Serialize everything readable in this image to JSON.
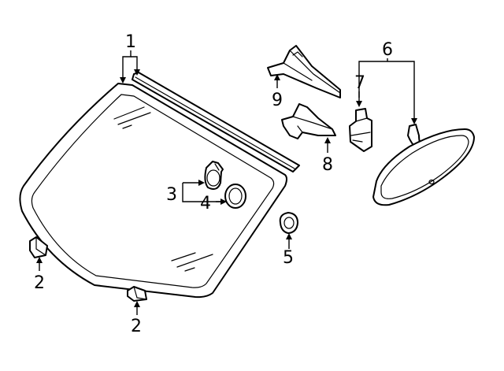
{
  "callouts": [
    {
      "id": "c1",
      "label": "1"
    },
    {
      "id": "c2a",
      "label": "2"
    },
    {
      "id": "c2b",
      "label": "2"
    },
    {
      "id": "c3",
      "label": "3"
    },
    {
      "id": "c4",
      "label": "4"
    },
    {
      "id": "c5",
      "label": "5"
    },
    {
      "id": "c6",
      "label": "6"
    },
    {
      "id": "c7",
      "label": "7"
    },
    {
      "id": "c8",
      "label": "8"
    },
    {
      "id": "c9",
      "label": "9"
    }
  ],
  "colors": {
    "line": "#000000",
    "background": "#ffffff"
  }
}
